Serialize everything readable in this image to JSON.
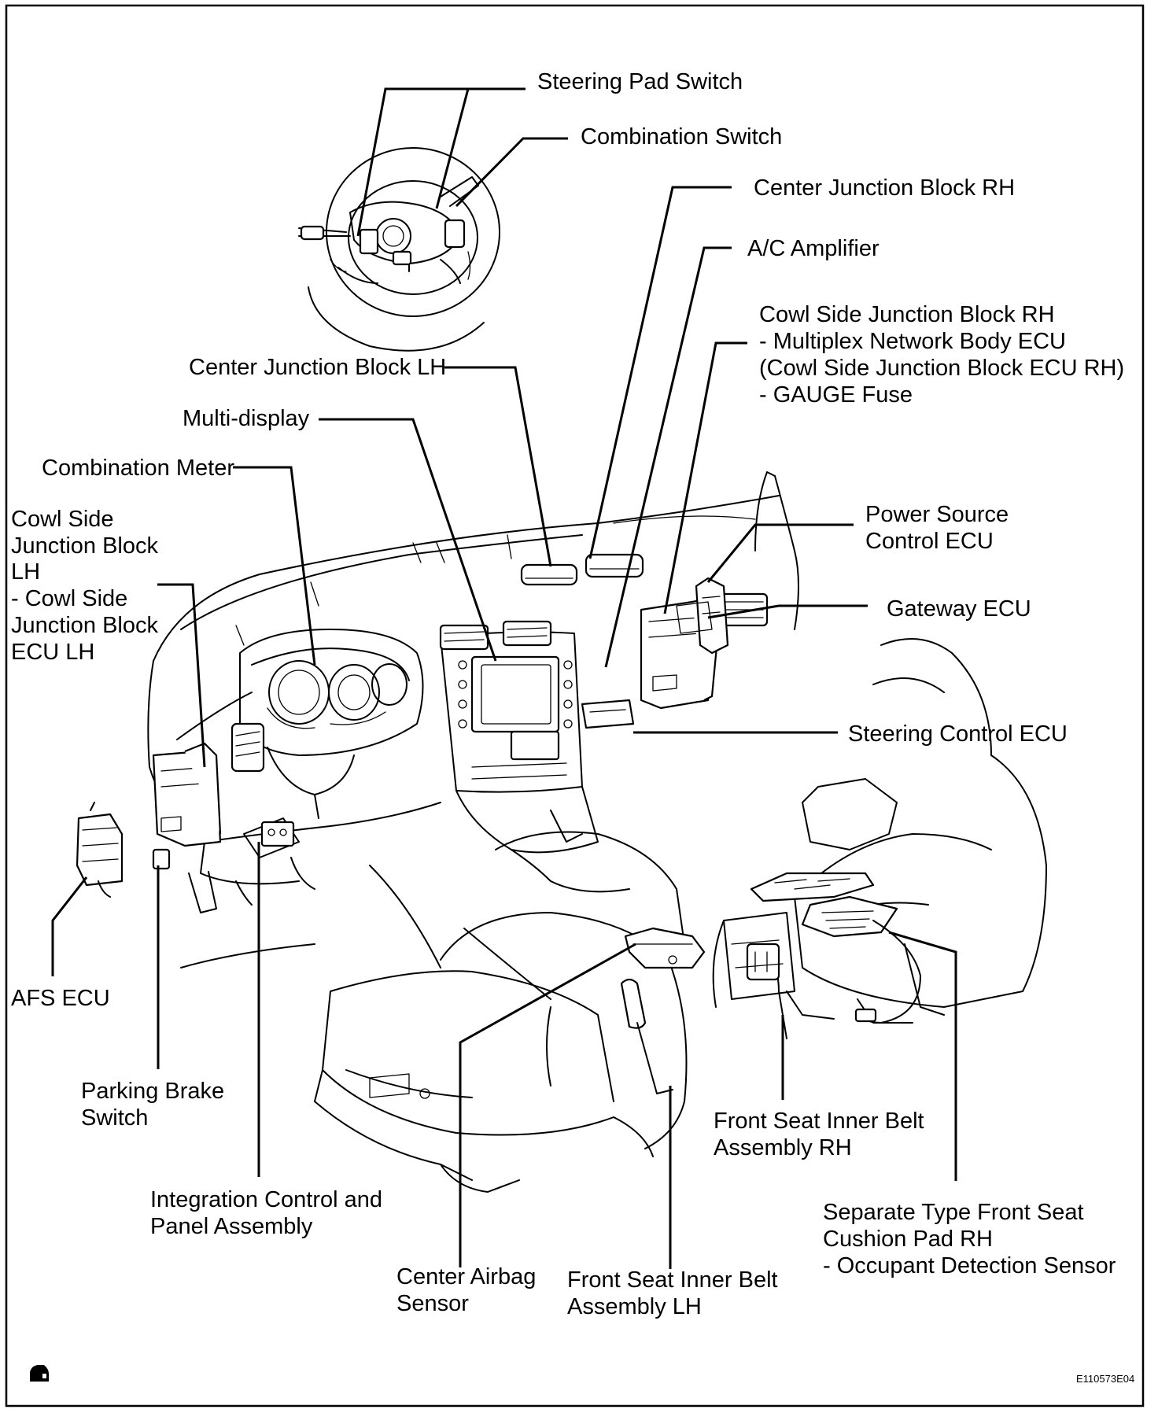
{
  "figure_code": "E110573E04",
  "labels": {
    "steering_pad_switch": "Steering Pad Switch",
    "combination_switch": "Combination Switch",
    "center_junction_block_rh": "Center Junction Block RH",
    "ac_amplifier": "A/C Amplifier",
    "cowl_side_jb_rh": [
      "Cowl Side Junction Block RH",
      "- Multiplex Network Body ECU",
      "(Cowl Side Junction Block ECU RH)",
      "- GAUGE Fuse"
    ],
    "center_junction_block_lh": "Center Junction Block LH",
    "multi_display": "Multi-display",
    "combination_meter": "Combination Meter",
    "cowl_side_jb_lh": [
      "Cowl Side",
      "Junction Block",
      "LH",
      "- Cowl Side",
      "Junction Block",
      "ECU LH"
    ],
    "power_source_control_ecu": [
      "Power Source",
      "Control ECU"
    ],
    "gateway_ecu": "Gateway ECU",
    "steering_control_ecu": "Steering Control ECU",
    "afs_ecu": "AFS ECU",
    "parking_brake_switch": [
      "Parking Brake",
      "Switch"
    ],
    "front_seat_inner_belt_rh": [
      "Front Seat Inner Belt",
      "Assembly RH"
    ],
    "integration_control_panel": [
      "Integration Control and",
      "Panel Assembly"
    ],
    "separate_type_cushion_pad": [
      "Separate Type Front Seat",
      "Cushion Pad RH",
      "- Occupant Detection Sensor"
    ],
    "center_airbag_sensor": [
      "Center Airbag",
      "Sensor"
    ],
    "front_seat_inner_belt_lh": [
      "Front Seat Inner Belt",
      "Assembly LH"
    ]
  }
}
